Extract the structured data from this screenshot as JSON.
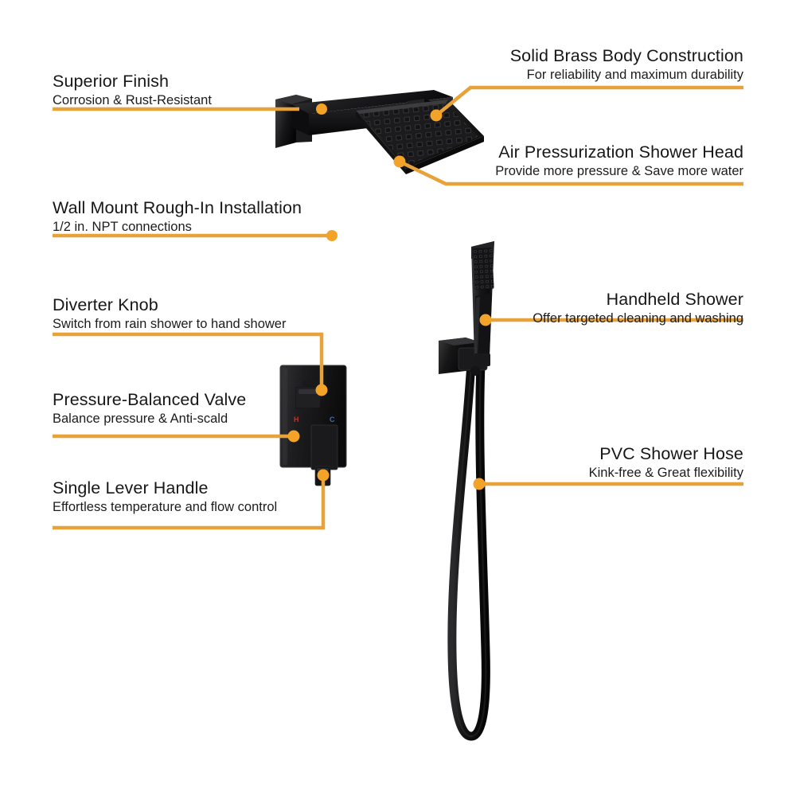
{
  "page": {
    "title": "Shower System Feature Infographic",
    "background": "#FFFFFF",
    "accent_color": "#E8A23A",
    "dot_color": "#F2A328",
    "product_color": "#141414",
    "hot_marker_color": "#B03A3A",
    "cold_marker_color": "#3E6FAE"
  },
  "callouts": {
    "superior_finish": {
      "title": "Superior Finish",
      "sub": "Corrosion & Rust-Resistant"
    },
    "solid_brass": {
      "title": "Solid Brass Body Construction",
      "sub": "For reliability and maximum durability"
    },
    "air_pressurization": {
      "title": "Air Pressurization Shower Head",
      "sub": "Provide more pressure & Save more water"
    },
    "wall_mount": {
      "title": "Wall Mount Rough-In Installation",
      "sub": "1/2 in. NPT connections"
    },
    "diverter_knob": {
      "title": "Diverter Knob",
      "sub": "Switch from rain shower to hand shower"
    },
    "handheld_shower": {
      "title": "Handheld Shower",
      "sub": "Offer targeted cleaning and washing"
    },
    "pressure_balanced": {
      "title": "Pressure-Balanced Valve",
      "sub": "Balance pressure & Anti-scald"
    },
    "single_lever": {
      "title": "Single Lever Handle",
      "sub": "Effortless temperature and  flow control"
    },
    "pvc_hose": {
      "title": "PVC Shower Hose",
      "sub": "Kink-free & Great flexibility"
    }
  },
  "valve_markings": {
    "hot": "H",
    "cold": "C"
  }
}
